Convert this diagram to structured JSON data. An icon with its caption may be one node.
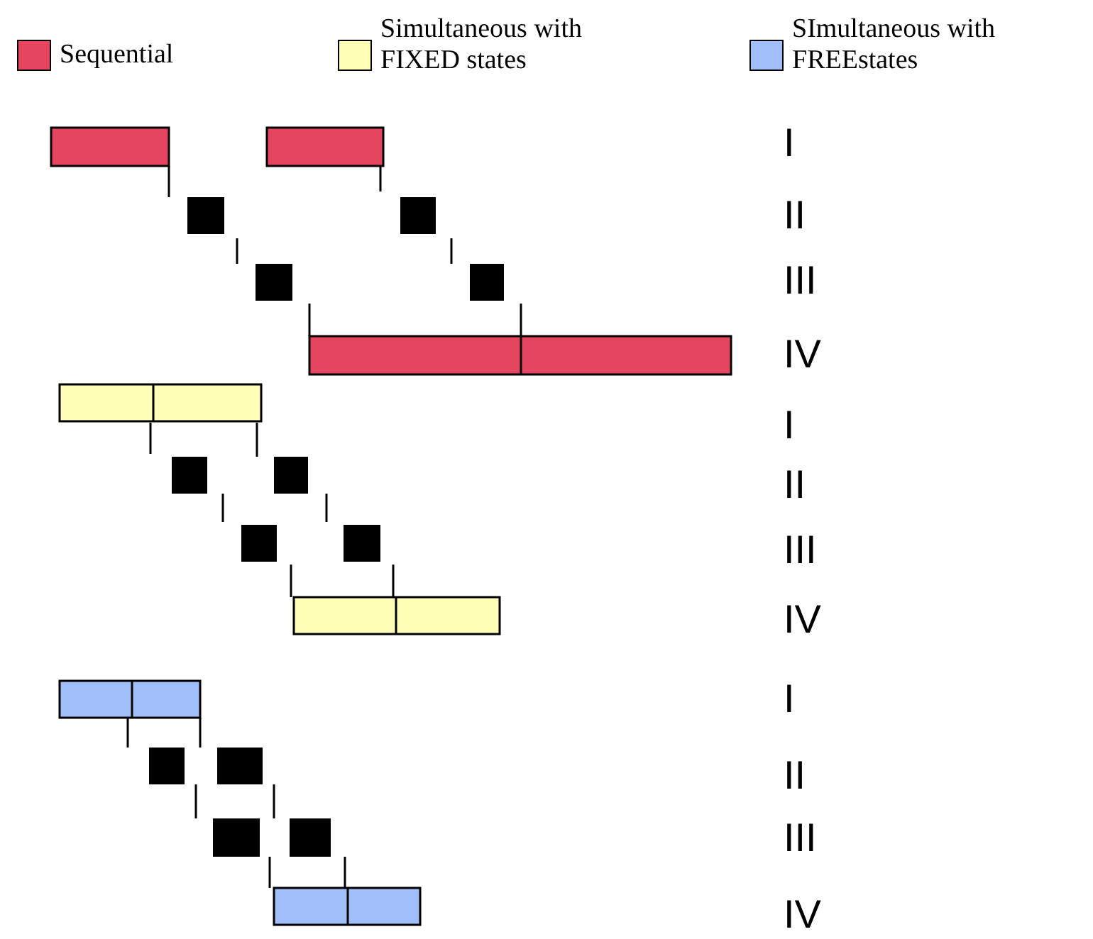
{
  "diagram": {
    "labels": [
      "I",
      "II",
      "III",
      "IV",
      "I",
      "II",
      "III",
      "IV",
      "I",
      "II",
      "III",
      "IV"
    ],
    "legend": [
      {
        "text": "Sequential",
        "color": "#e64560"
      },
      {
        "text": "Simultaneous with FIXED states",
        "color": "#ffffb8"
      },
      {
        "text": "SImultaneous with FREEstates",
        "color": "#a0bff8"
      }
    ]
  }
}
